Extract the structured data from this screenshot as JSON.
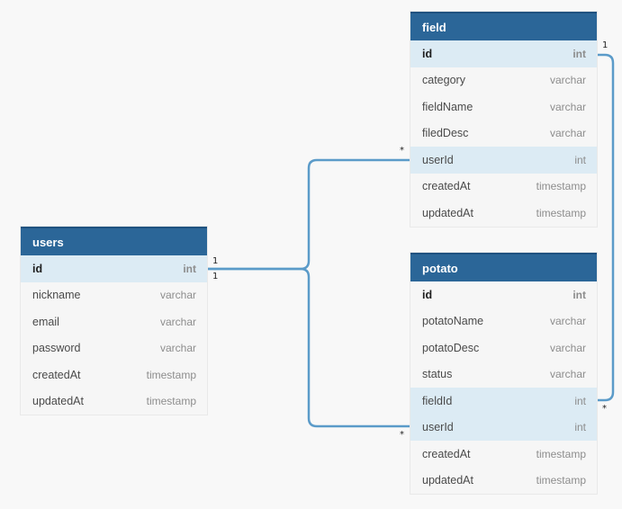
{
  "tables": {
    "users": {
      "name": "users",
      "columns": [
        {
          "name": "id",
          "type": "int"
        },
        {
          "name": "nickname",
          "type": "varchar"
        },
        {
          "name": "email",
          "type": "varchar"
        },
        {
          "name": "password",
          "type": "varchar"
        },
        {
          "name": "createdAt",
          "type": "timestamp"
        },
        {
          "name": "updatedAt",
          "type": "timestamp"
        }
      ]
    },
    "field": {
      "name": "field",
      "columns": [
        {
          "name": "id",
          "type": "int"
        },
        {
          "name": "category",
          "type": "varchar"
        },
        {
          "name": "fieldName",
          "type": "varchar"
        },
        {
          "name": "filedDesc",
          "type": "varchar"
        },
        {
          "name": "userId",
          "type": "int"
        },
        {
          "name": "createdAt",
          "type": "timestamp"
        },
        {
          "name": "updatedAt",
          "type": "timestamp"
        }
      ]
    },
    "potato": {
      "name": "potato",
      "columns": [
        {
          "name": "id",
          "type": "int"
        },
        {
          "name": "potatoName",
          "type": "varchar"
        },
        {
          "name": "potatoDesc",
          "type": "varchar"
        },
        {
          "name": "status",
          "type": "varchar"
        },
        {
          "name": "fieldId",
          "type": "int"
        },
        {
          "name": "userId",
          "type": "int"
        },
        {
          "name": "createdAt",
          "type": "timestamp"
        },
        {
          "name": "updatedAt",
          "type": "timestamp"
        }
      ]
    }
  },
  "relations": [
    {
      "from": "users.id",
      "to": "field.userId",
      "from_card": "1",
      "to_card": "*"
    },
    {
      "from": "users.id",
      "to": "potato.userId",
      "from_card": "1",
      "to_card": "*"
    },
    {
      "from": "field.id",
      "to": "potato.fieldId",
      "from_card": "1",
      "to_card": "*"
    }
  ],
  "colors": {
    "header": "#2b6698",
    "highlight_row": "#dcebf4",
    "link_line": "#5b9bc9",
    "background": "#f8f8f8"
  }
}
